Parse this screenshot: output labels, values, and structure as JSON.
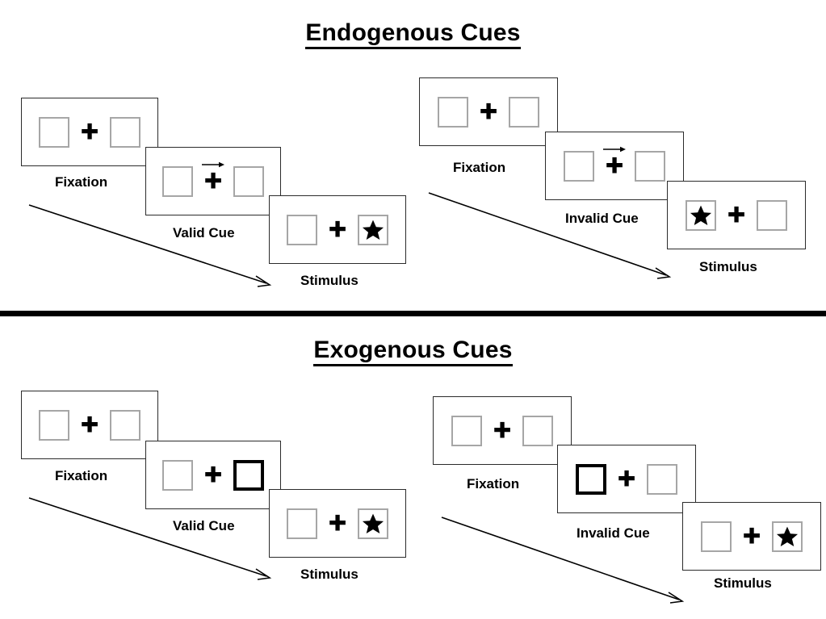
{
  "sections": [
    {
      "id": "endogenous",
      "title": "Endogenous Cues",
      "sequences": [
        {
          "id": "endogenous-valid",
          "frames": [
            {
              "stage": "Fixation",
              "left_square": "empty",
              "right_square": "empty",
              "cue": "none"
            },
            {
              "stage": "Valid Cue",
              "left_square": "empty",
              "right_square": "empty",
              "cue": "arrow-right"
            },
            {
              "stage": "Stimulus",
              "left_square": "empty",
              "right_square": "star",
              "cue": "none"
            }
          ]
        },
        {
          "id": "endogenous-invalid",
          "frames": [
            {
              "stage": "Fixation",
              "left_square": "empty",
              "right_square": "empty",
              "cue": "none"
            },
            {
              "stage": "Invalid Cue",
              "left_square": "empty",
              "right_square": "empty",
              "cue": "arrow-right"
            },
            {
              "stage": "Stimulus",
              "left_square": "star",
              "right_square": "empty",
              "cue": "none"
            }
          ]
        }
      ]
    },
    {
      "id": "exogenous",
      "title": "Exogenous Cues",
      "sequences": [
        {
          "id": "exogenous-valid",
          "frames": [
            {
              "stage": "Fixation",
              "left_square": "empty",
              "right_square": "empty",
              "cue": "none"
            },
            {
              "stage": "Valid Cue",
              "left_square": "empty",
              "right_square": "highlight",
              "cue": "none"
            },
            {
              "stage": "Stimulus",
              "left_square": "empty",
              "right_square": "star",
              "cue": "none"
            }
          ]
        },
        {
          "id": "exogenous-invalid",
          "frames": [
            {
              "stage": "Fixation",
              "left_square": "empty",
              "right_square": "empty",
              "cue": "none"
            },
            {
              "stage": "Invalid Cue",
              "left_square": "highlight",
              "right_square": "empty",
              "cue": "none"
            },
            {
              "stage": "Stimulus",
              "left_square": "empty",
              "right_square": "star",
              "cue": "none"
            }
          ]
        }
      ]
    }
  ],
  "icons": {
    "fixation_cross": "✚",
    "star": "star-icon",
    "arrow_cue": "arrow-right-icon",
    "time_flow": "time-flow-arrow-icon"
  },
  "colors": {
    "frame_border": "#2b2b2b",
    "square_border": "#a6a6a6",
    "cued_square_border": "#000000",
    "ink": "#000000",
    "background": "#ffffff",
    "divider": "#000000"
  }
}
